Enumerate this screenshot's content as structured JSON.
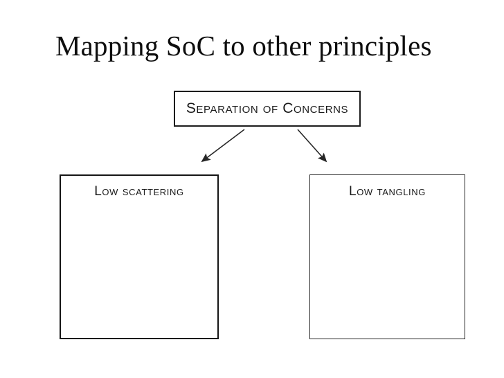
{
  "slide": {
    "title": "Mapping SoC to other principles",
    "background_color": "#ffffff",
    "text_color": "#0d0d0d"
  },
  "diagram": {
    "type": "hierarchy",
    "root": {
      "label": "Separation of Concerns",
      "border_color": "#1c1c1c"
    },
    "children": [
      {
        "label": "Low scattering",
        "border_color": "#141414",
        "body": ""
      },
      {
        "label": "Low tangling",
        "border_color": "#232323",
        "body": ""
      }
    ],
    "connectors": [
      {
        "name": "arrow-to-low-scattering",
        "direction": "down-left"
      },
      {
        "name": "arrow-to-low-tangling",
        "direction": "down-right"
      }
    ],
    "arrow_color": "#262626"
  }
}
